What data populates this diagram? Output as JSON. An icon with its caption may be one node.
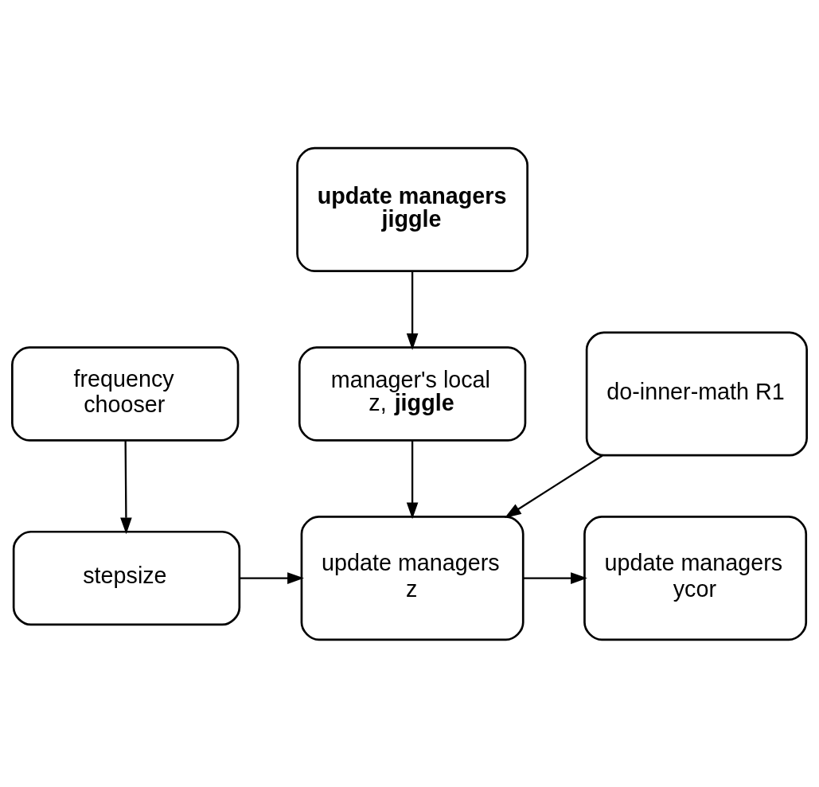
{
  "diagram": {
    "nodes": [
      {
        "text": [
          "update managers jiggle"
        ]
      },
      {
        "text": [
          "frequency chooser"
        ]
      },
      {
        "text": [
          "manager's local z, **jiggle**"
        ]
      },
      {
        "text": [
          "stepsize"
        ]
      },
      {
        "text": [
          "update managers z"
        ]
      },
      {
        "text": [
          "update managers ycor"
        ]
      },
      {
        "text": [
          "do-inner-math R1"
        ]
      }
    ],
    "edges": [
      {
        "from": 0,
        "to": 2,
        "arrow": "to"
      },
      {
        "from": 1,
        "to": 3,
        "arrow": "to"
      },
      {
        "from": 2,
        "to": 4,
        "arrow": "to"
      },
      {
        "from": 3,
        "to": 4,
        "arrow": "to"
      },
      {
        "from": 4,
        "to": 5,
        "arrow": "to"
      },
      {
        "from": 6,
        "to": 4,
        "arrow": "to"
      }
    ]
  }
}
